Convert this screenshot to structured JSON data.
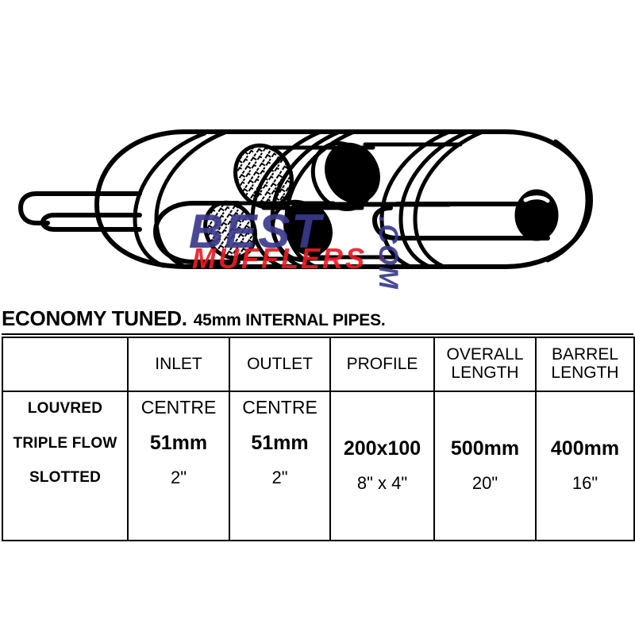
{
  "product": {
    "illustration_name": "cutaway-muffler-diagram",
    "description": "Cutaway line drawing of an oval louvred triple flow slotted muffler with centre inlet and centre outlet pipes and perforated internal tubes"
  },
  "watermark": {
    "brand": "BEST",
    "sub": "MUFFLERS ·",
    "domain": ".COM",
    "brand_color": "#3a3a8e",
    "sub_color": "#ee1c25"
  },
  "title": {
    "main": "ECONOMY TUNED.",
    "sub": "45mm INTERNAL PIPES."
  },
  "table": {
    "headers": [
      "",
      "INLET",
      "OUTLET",
      "PROFILE",
      "OVERALL LENGTH",
      "BARREL LENGTH"
    ],
    "header_lines": [
      [
        "",
        ""
      ],
      [
        "",
        "INLET"
      ],
      [
        "",
        "OUTLET"
      ],
      [
        "",
        "PROFILE"
      ],
      [
        "OVERALL",
        "LENGTH"
      ],
      [
        "BARREL",
        "LENGTH"
      ]
    ],
    "row_labels": [
      "LOUVRED",
      "TRIPLE FLOW",
      "SLOTTED"
    ],
    "columns": [
      {
        "name": "inlet",
        "lines": [
          "CENTRE",
          "51mm",
          "2\""
        ]
      },
      {
        "name": "outlet",
        "lines": [
          "CENTRE",
          "51mm",
          "2\""
        ]
      },
      {
        "name": "profile",
        "lines": [
          "",
          "200x100",
          "8\" x 4\""
        ]
      },
      {
        "name": "overall_length",
        "lines": [
          "",
          "500mm",
          "20\""
        ]
      },
      {
        "name": "barrel_length",
        "lines": [
          "",
          "400mm",
          "16\""
        ]
      }
    ]
  }
}
